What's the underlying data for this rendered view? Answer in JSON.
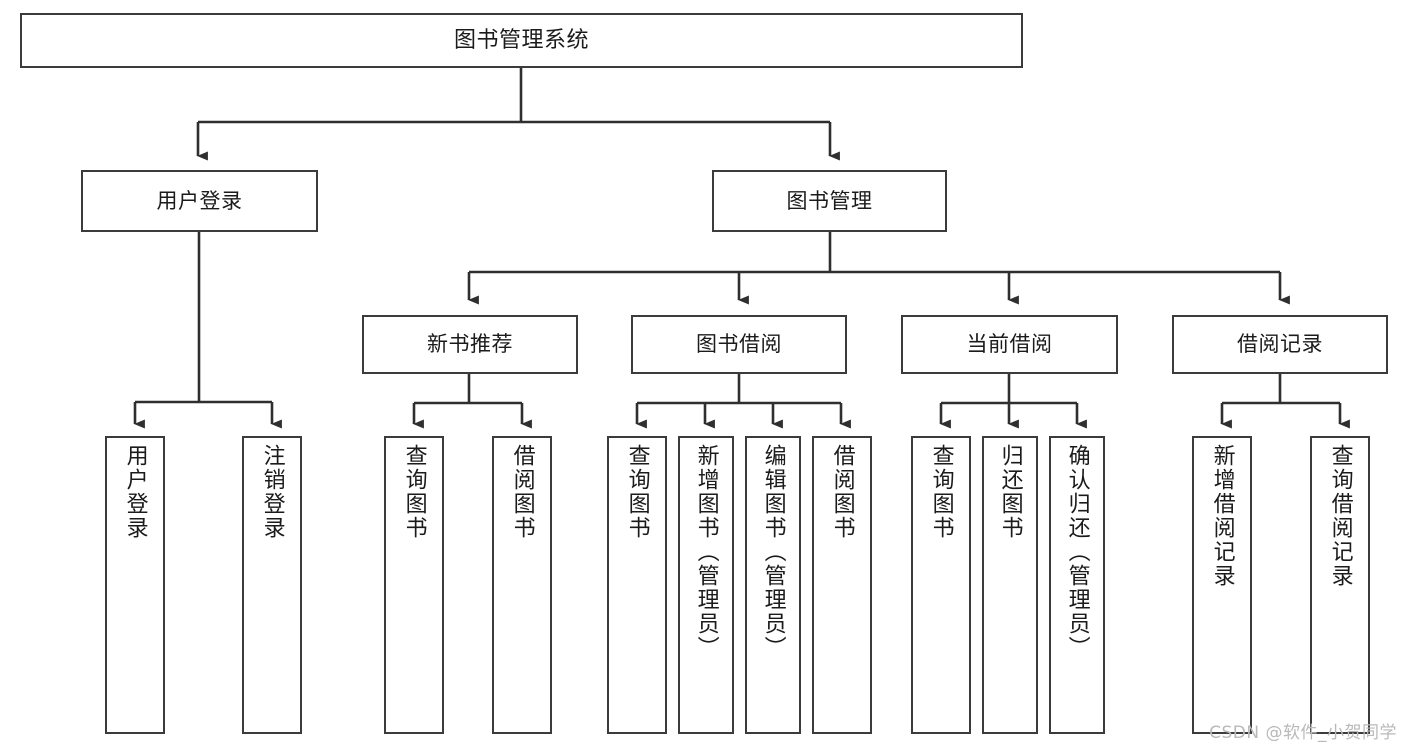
{
  "diagram": {
    "type": "tree",
    "title": "图书管理系统",
    "style": {
      "box_stroke": "#3b3b3b",
      "box_fill": "#ffffff",
      "connector_stroke": "#2f2f2f",
      "text_color": "#1b1b1b",
      "background": "#ffffff"
    },
    "root": {
      "label": "图书管理系统"
    },
    "level2": [
      {
        "id": "user-login",
        "label": "用户登录"
      },
      {
        "id": "book-manage",
        "label": "图书管理"
      }
    ],
    "level3": [
      {
        "id": "new-book-rec",
        "label": "新书推荐",
        "parent": "book-manage"
      },
      {
        "id": "book-borrow",
        "label": "图书借阅",
        "parent": "book-manage"
      },
      {
        "id": "current-borrow",
        "label": "当前借阅",
        "parent": "book-manage"
      },
      {
        "id": "borrow-record",
        "label": "借阅记录",
        "parent": "book-manage"
      }
    ],
    "leaves": [
      {
        "id": "leaf-user-login",
        "label": "用户登录",
        "parent": "user-login"
      },
      {
        "id": "leaf-logout-login",
        "label": "注销登录",
        "parent": "user-login"
      },
      {
        "id": "leaf-query-book-1",
        "label": "查询图书",
        "parent": "new-book-rec"
      },
      {
        "id": "leaf-borrow-book-1",
        "label": "借阅图书",
        "parent": "new-book-rec"
      },
      {
        "id": "leaf-query-book-2",
        "label": "查询图书",
        "parent": "book-borrow"
      },
      {
        "id": "leaf-add-book",
        "label": "新增图书（管理员）",
        "parent": "book-borrow"
      },
      {
        "id": "leaf-edit-book",
        "label": "编辑图书（管理员）",
        "parent": "book-borrow"
      },
      {
        "id": "leaf-borrow-book-2",
        "label": "借阅图书",
        "parent": "book-borrow"
      },
      {
        "id": "leaf-query-book-3",
        "label": "查询图书",
        "parent": "current-borrow"
      },
      {
        "id": "leaf-return-book",
        "label": "归还图书",
        "parent": "current-borrow"
      },
      {
        "id": "leaf-confirm-return",
        "label": "确认归还（管理员）",
        "parent": "current-borrow"
      },
      {
        "id": "leaf-add-record",
        "label": "新增借阅记录",
        "parent": "borrow-record"
      },
      {
        "id": "leaf-query-record",
        "label": "查询借阅记录",
        "parent": "borrow-record"
      }
    ]
  },
  "watermark": {
    "text": "CSDN @软件_小贺同学"
  }
}
